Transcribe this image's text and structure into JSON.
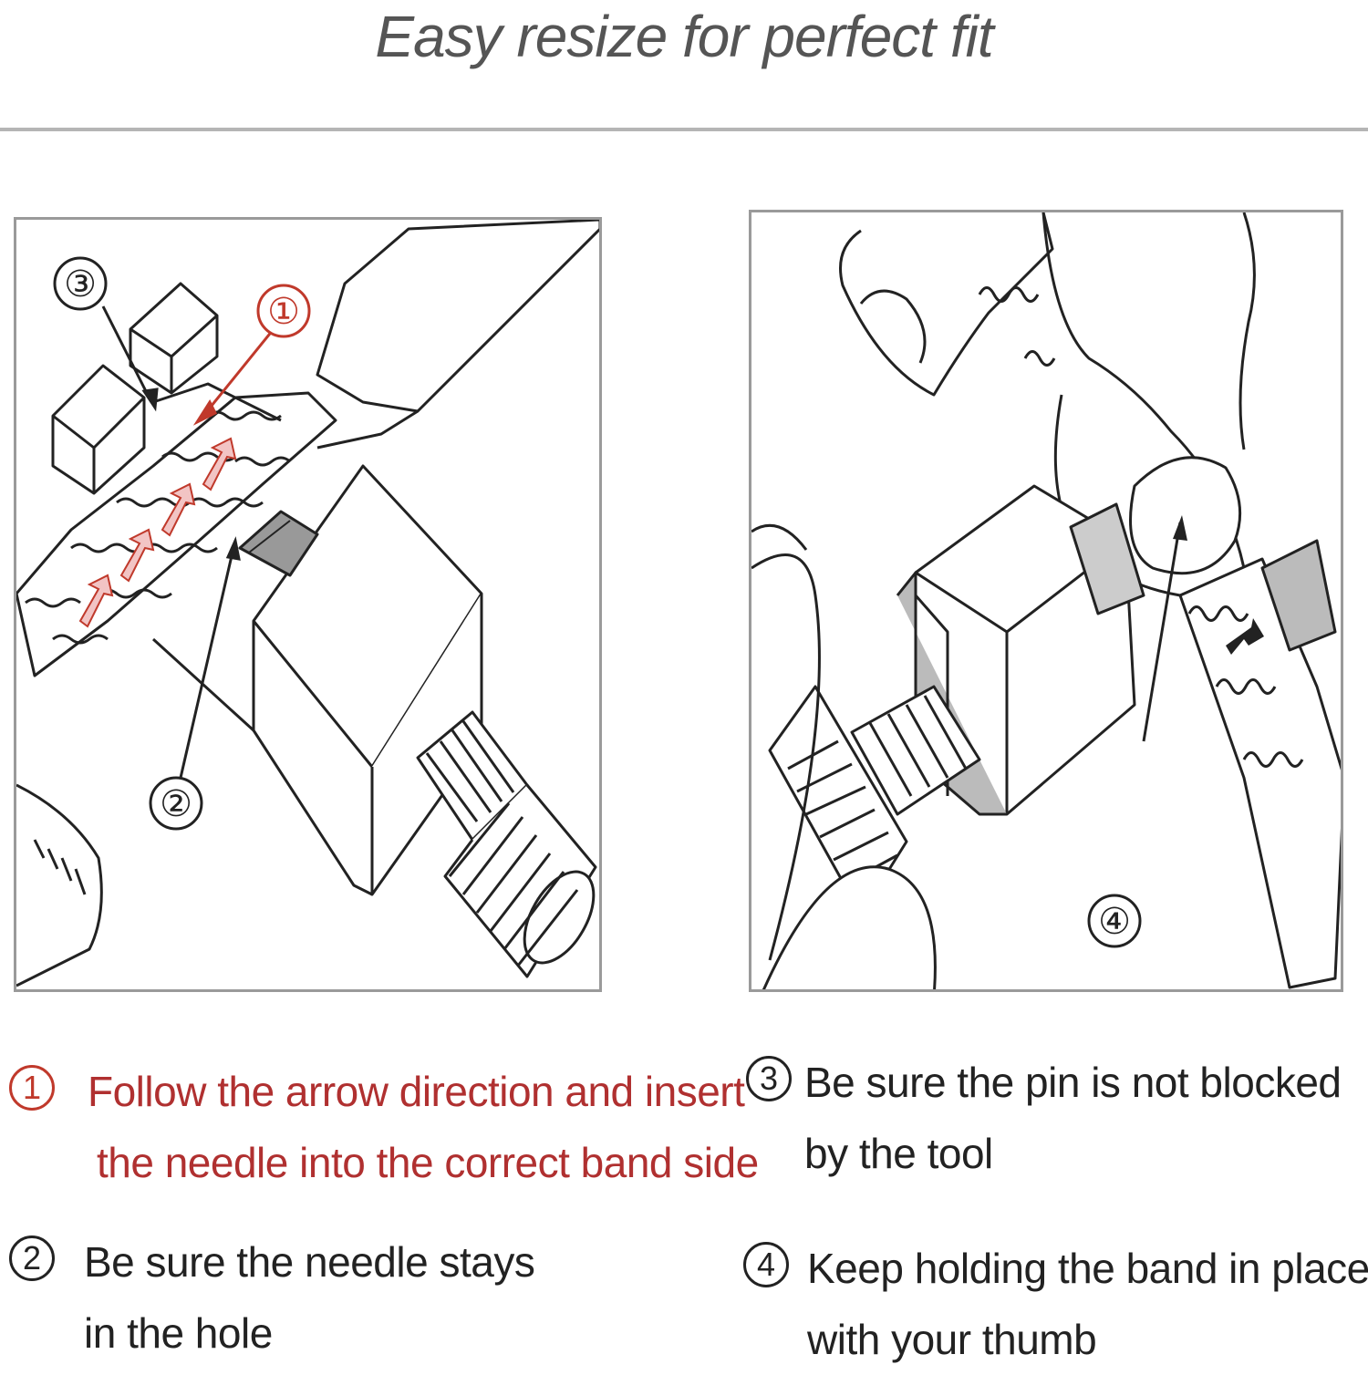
{
  "title": "Easy resize for perfect fit",
  "panel_left": {
    "callouts": [
      "①",
      "②",
      "③"
    ]
  },
  "panel_right": {
    "callouts": [
      "④"
    ]
  },
  "steps": [
    {
      "number": "1",
      "lines": [
        "Follow the arrow direction and insert",
        "the needle into the correct band side"
      ],
      "color": "#b03030"
    },
    {
      "number": "2",
      "lines": [
        "Be sure the needle stays",
        "in the hole"
      ],
      "color": "#222222"
    },
    {
      "number": "3",
      "lines": [
        "Be sure the pin is not blocked",
        "by the tool"
      ],
      "color": "#222222"
    },
    {
      "number": "4",
      "lines": [
        "Keep holding the band in place",
        "with your thumb"
      ],
      "color": "#222222"
    }
  ],
  "colors": {
    "accent_red": "#c0392b",
    "line": "#222222",
    "arrow_fill": "#f2c4c4"
  }
}
